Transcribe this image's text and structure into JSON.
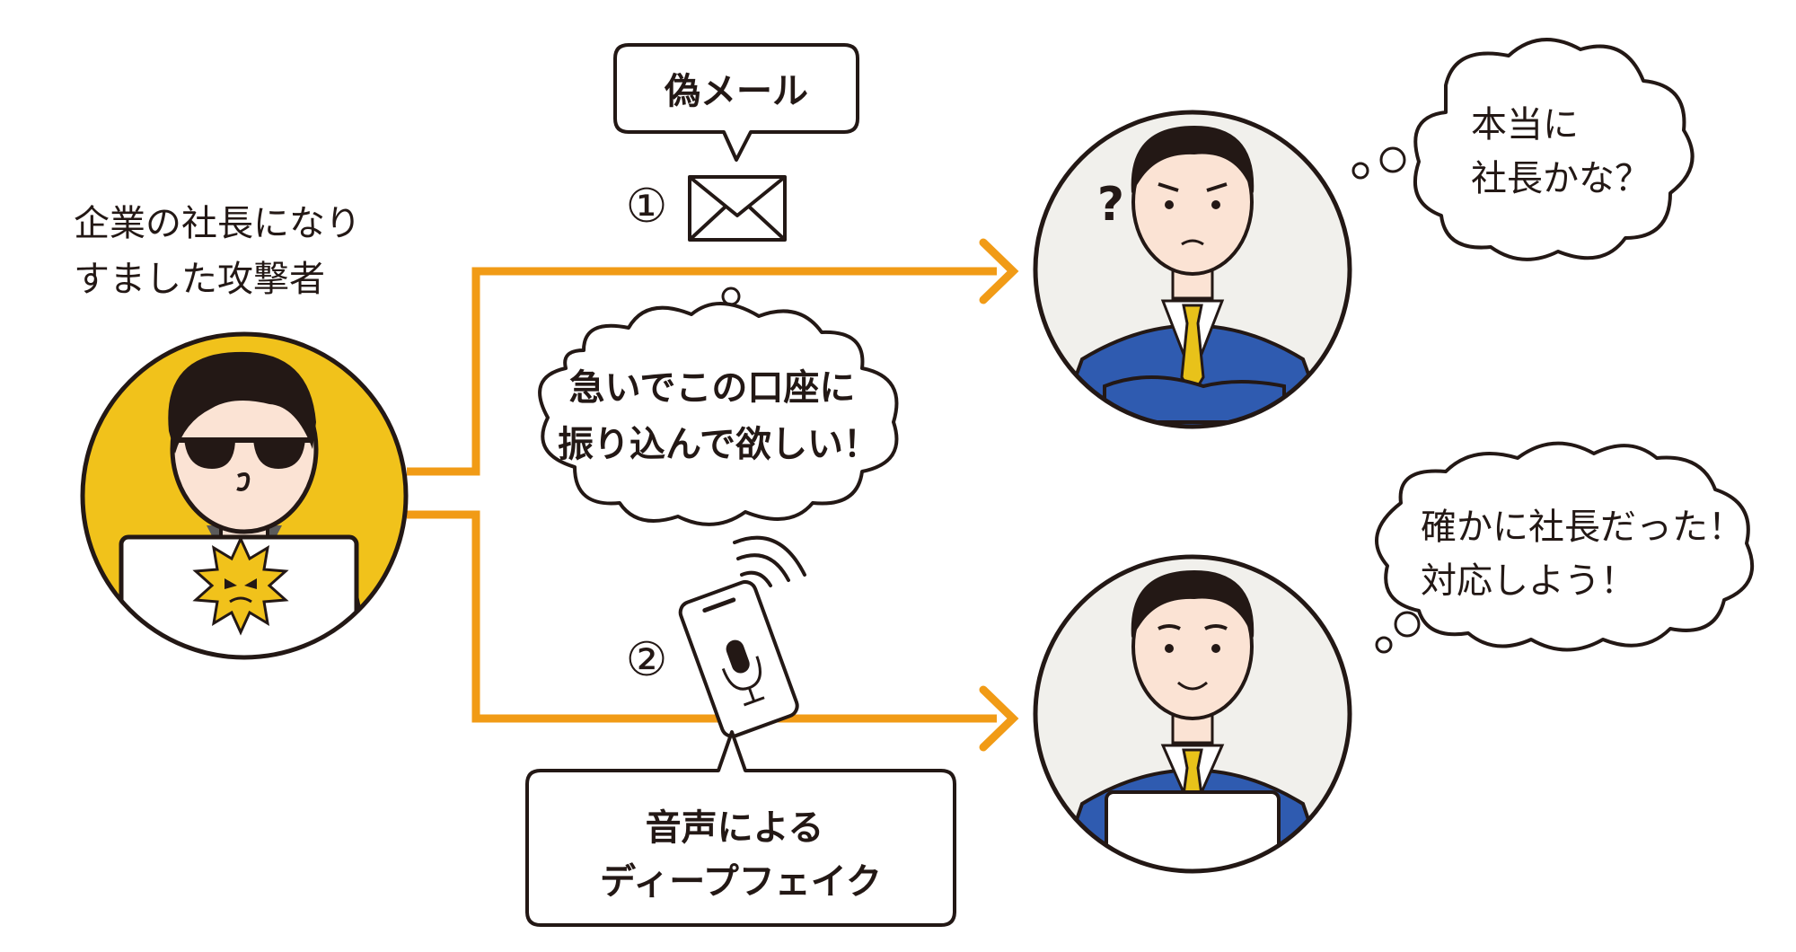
{
  "attacker_label": [
    "企業の社長になり",
    "すました攻撃者"
  ],
  "fake_email_label": "偽メール",
  "step1_marker": "①",
  "step2_marker": "②",
  "attacker_thought": [
    "急いでこの口座に",
    "振り込んで欲しい！"
  ],
  "deepfake_label": [
    "音声による",
    "ディープフェイク"
  ],
  "victim1_thought": [
    "本当に",
    "社長かな？"
  ],
  "victim1_question_mark": "?",
  "victim2_thought": [
    "確かに社長だった！",
    "対応しよう！"
  ],
  "colors": {
    "arrow": "#F19B16",
    "attacker_circle": "#F1C21B",
    "victim_circle": "#F1F0EC",
    "suit": "#2F5BB0",
    "tie": "#E8C21A",
    "skin": "#FBE3D4",
    "outline": "#231815"
  },
  "icons": {
    "email": "envelope-icon",
    "phone": "smartphone-microphone-icon",
    "virus": "malware-icon"
  }
}
